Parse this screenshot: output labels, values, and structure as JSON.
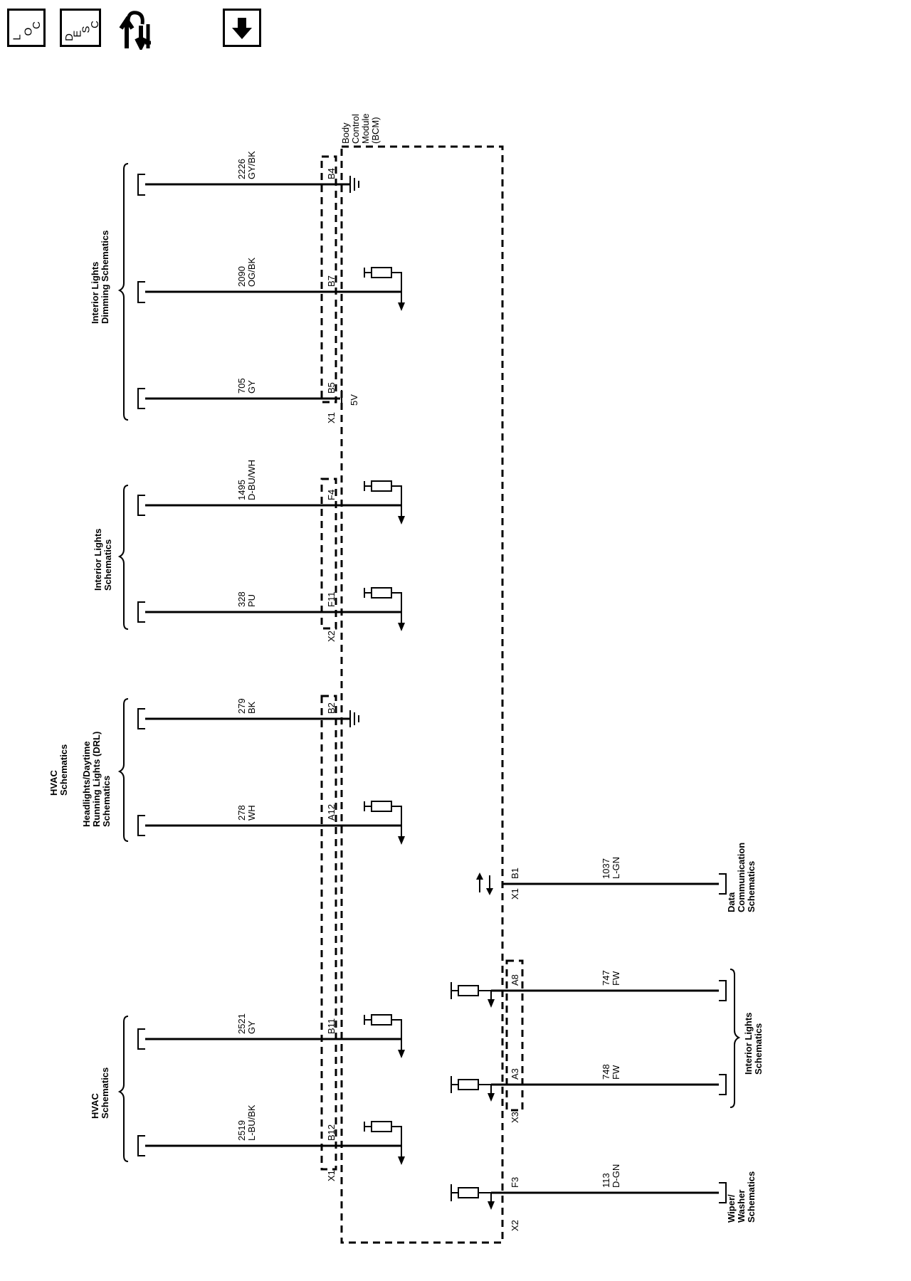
{
  "toolbar": {
    "loc": {
      "letters": [
        "L",
        "O",
        "C"
      ]
    },
    "desc": {
      "letters": [
        "D",
        "E",
        "S",
        "C"
      ]
    },
    "arrow_icon": "down-arrow-icon",
    "signal_icon": "up-down-arrows-wrench-icon"
  },
  "module": {
    "line1": "Body",
    "line2": "Control",
    "line3": "Module",
    "line4": "(BCM)"
  },
  "connectors": {
    "x1": "X1",
    "x2": "X2",
    "x3": "X3"
  },
  "voltage_5v": "5V",
  "groups": {
    "dimming": {
      "line1": "Interior Lights",
      "line2": "Dimming Schematics"
    },
    "interior": {
      "line1": "Interior Lights",
      "line2": "Schematics"
    },
    "hvac_drl": {
      "line1": "HVAC",
      "line2": "Schematics",
      "line3": "Headlights/Daytime",
      "line4": "Running Lights (DRL)",
      "line5": "Schematics"
    },
    "hvac": {
      "line1": "HVAC",
      "line2": "Schematics"
    },
    "data_comm": {
      "line1": "Data",
      "line2": "Communication",
      "line3": "Schematics"
    },
    "interior_right": {
      "line1": "Interior Lights",
      "line2": "Schematics"
    },
    "wiper": {
      "line1": "Wiper/",
      "line2": "Washer",
      "line3": "Schematics"
    }
  },
  "wires": [
    {
      "circuit": "2226",
      "color": "GY/BK",
      "pin": "B4"
    },
    {
      "circuit": "2090",
      "color": "OG/BK",
      "pin": "B7"
    },
    {
      "circuit": "705",
      "color": "GY",
      "pin": "B5"
    },
    {
      "circuit": "1495",
      "color": "D-BU/WH",
      "pin": "F4"
    },
    {
      "circuit": "328",
      "color": "PU",
      "pin": "F11"
    },
    {
      "circuit": "279",
      "color": "BK",
      "pin": "B2"
    },
    {
      "circuit": "278",
      "color": "WH",
      "pin": "A12"
    },
    {
      "circuit": "2521",
      "color": "GY",
      "pin": "B11"
    },
    {
      "circuit": "2519",
      "color": "L-BU/BK",
      "pin": "B12"
    },
    {
      "circuit": "1037",
      "color": "L-GN",
      "pin": "B1"
    },
    {
      "circuit": "747",
      "color": "FW",
      "pin": "A8"
    },
    {
      "circuit": "748",
      "color": "FW",
      "pin": "A3"
    },
    {
      "circuit": "113",
      "color": "D-GN",
      "pin": "F3"
    }
  ]
}
